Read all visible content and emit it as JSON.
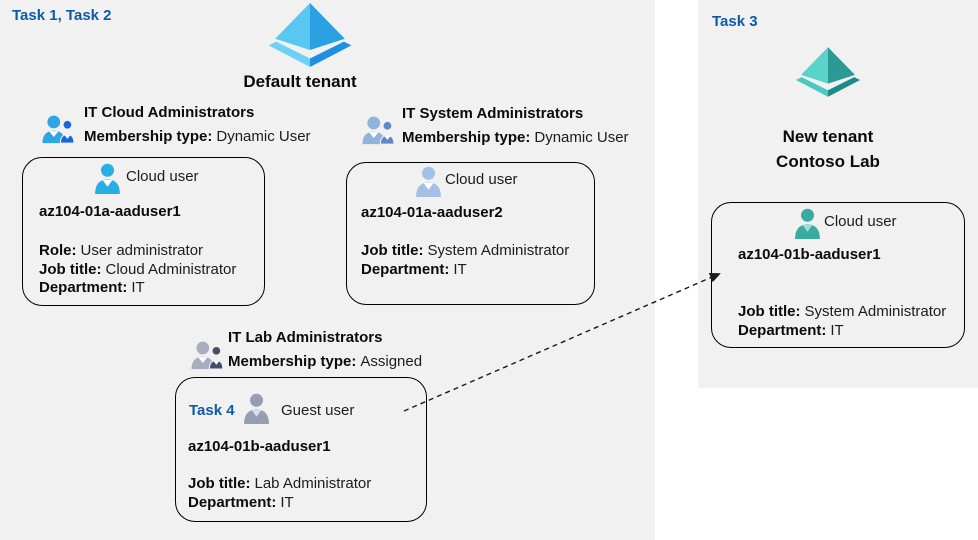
{
  "diagram": {
    "left_label": "Task 1, Task 2",
    "default_tenant": {
      "title": "Default tenant"
    },
    "right_panel": {
      "label": "Task 3",
      "tenant_line1": "New tenant",
      "tenant_line2": "Contoso Lab"
    }
  },
  "groups": [
    {
      "title": "IT Cloud Administrators",
      "membership_label": "Membership type:",
      "membership_value": "Dynamic User"
    },
    {
      "title": "IT System Administrators",
      "membership_label": "Membership type:",
      "membership_value": "Dynamic User"
    },
    {
      "title": "IT Lab Administrators",
      "membership_label": "Membership type:",
      "membership_value": "Assigned"
    }
  ],
  "cards": [
    {
      "user_type": "Cloud user",
      "name": "az104-01a-aaduser1",
      "lines": [
        {
          "label": "Role:",
          "value": "User administrator"
        },
        {
          "label": "Job title:",
          "value": "Cloud Administrator"
        },
        {
          "label": "Department:",
          "value": "IT"
        }
      ]
    },
    {
      "user_type": "Cloud user",
      "name": "az104-01a-aaduser2",
      "lines": [
        {
          "label": "Job title:",
          "value": "System Administrator"
        },
        {
          "label": "Department:",
          "value": "IT"
        }
      ]
    },
    {
      "task_label": "Task 4",
      "user_type": "Guest user",
      "name": "az104-01b-aaduser1",
      "lines": [
        {
          "label": "Job title:",
          "value": "Lab Administrator"
        },
        {
          "label": "Department:",
          "value": "IT"
        }
      ]
    },
    {
      "user_type": "Cloud user",
      "name": "az104-01b-aaduser1",
      "lines": [
        {
          "label": "Job title:",
          "value": "System Administrator"
        },
        {
          "label": "Department:",
          "value": "IT"
        }
      ]
    }
  ],
  "colors": {
    "task_label_blue": "#0e5aa7",
    "region_bg": "#f1f1f1",
    "card_border": "#000000",
    "arrow": "#1a1a1a",
    "tenant_blue_left": "#58c7f2",
    "tenant_blue_right": "#2ba0e2",
    "tenant_blue_band_left": "#6fd0f5",
    "tenant_blue_band_right": "#1e90e2",
    "tenant_teal_left": "#5bd2ca",
    "tenant_teal_right": "#2a9a93",
    "tenant_teal_band_left": "#4cc8c0",
    "tenant_teal_band_right": "#1d8a84",
    "group_cloud_big": "#2ea6e2",
    "group_cloud_small": "#1a68d8",
    "group_system_big": "#8fb3dc",
    "group_system_small": "#5f88c7",
    "group_lab_big": "#a8aec0",
    "group_lab_small": "#44506b",
    "user_cloud1": "#25afe2",
    "user_cloud1_collar": "#ffffff",
    "user_cloud2": "#a3c0e6",
    "user_cloud2_collar": "#ffffff",
    "user_guest": "#969eb2",
    "user_guest_collar": "#dcdfe8",
    "user_teal": "#3aaaa3",
    "user_teal_collar": "#a5ded9"
  }
}
